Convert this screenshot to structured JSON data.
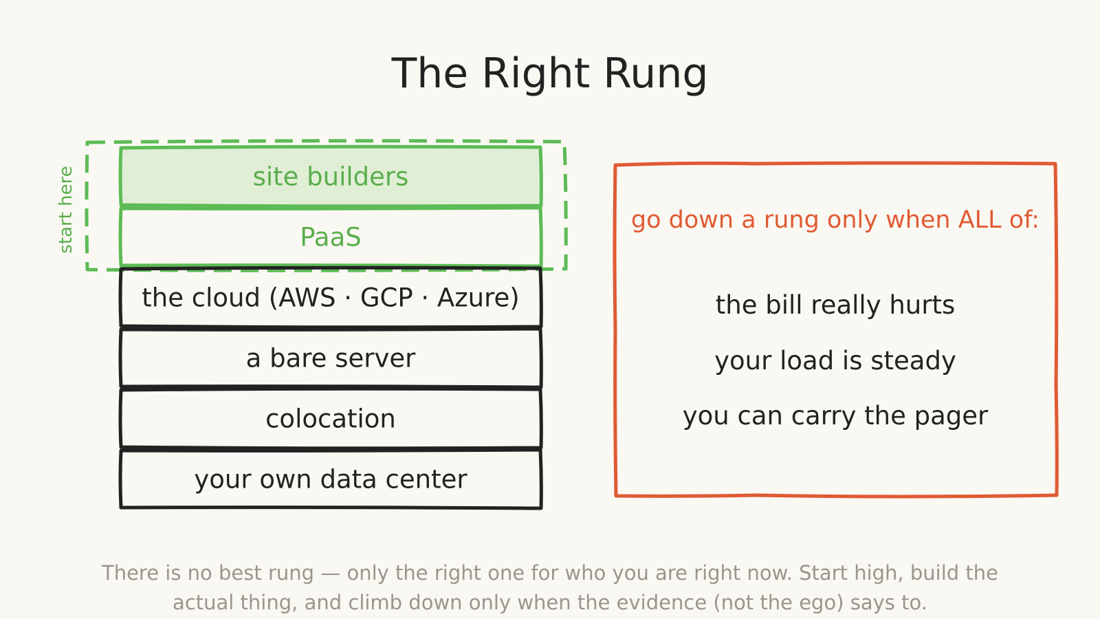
{
  "title": "The Right Rung",
  "start_label": "start here",
  "rungs": [
    {
      "label": "site builders",
      "highlight": true,
      "filled": true
    },
    {
      "label": "PaaS",
      "highlight": true,
      "filled": false
    },
    {
      "label": "the cloud (AWS · GCP · Azure)",
      "highlight": false,
      "filled": false
    },
    {
      "label": "a bare server",
      "highlight": false,
      "filled": false
    },
    {
      "label": "colocation",
      "highlight": false,
      "filled": false
    },
    {
      "label": "your own data center",
      "highlight": false,
      "filled": false
    }
  ],
  "criteria": {
    "heading": "go down a rung only when ALL of:",
    "items": [
      "the bill really hurts",
      "your load is steady",
      "you can carry the pager"
    ]
  },
  "caption": {
    "line1": "There is no best rung — only the right one for who you are right now. Start high, build the",
    "line2": "actual thing, and climb down only when the evidence (not the ego) says to."
  },
  "colors": {
    "background": "#faf8f2",
    "ink": "#222222",
    "green": "#5dbb55",
    "green_fill": "#e1eed6",
    "green_text": "#5aae4c",
    "red": "#e05a33",
    "caption": "#9a958d"
  }
}
